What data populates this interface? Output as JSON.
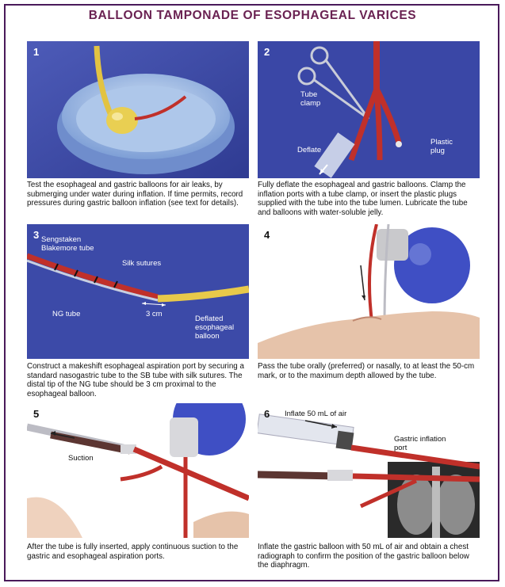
{
  "title": "BALLOON TAMPONADE OF ESOPHAGEAL VARICES",
  "panels": [
    {
      "number": "1",
      "labels": [],
      "caption": "Test the esophageal and gastric balloons for air leaks, by submerging under water during inflation. If time permits, record pressures during gastric balloon inflation (see text for details)."
    },
    {
      "number": "2",
      "labels": [
        "Tube clamp",
        "Plastic plug",
        "Deflate"
      ],
      "caption": "Fully deflate the esophageal and gastric balloons. Clamp the inflation ports with a tube clamp, or insert the plastic plugs supplied with the tube into the tube lumen. Lubricate the tube and balloons with water-soluble jelly."
    },
    {
      "number": "3",
      "labels": [
        "Sengstaken Blakemore tube",
        "Silk sutures",
        "NG tube",
        "3 cm",
        "Deflated esophageal balloon"
      ],
      "caption": "Construct a makeshift esophageal aspiration port by securing a standard nasogastric tube to the SB tube with silk sutures. The distal tip of the NG tube should be 3 cm proximal to the esophageal balloon."
    },
    {
      "number": "4",
      "labels": [],
      "caption": "Pass the tube orally (preferred) or nasally, to at least the 50-cm mark, or to the maximum depth allowed by the tube."
    },
    {
      "number": "5",
      "labels": [
        "Suction"
      ],
      "caption": "After the tube is fully inserted, apply continuous suction to the gastric and esophageal aspiration ports."
    },
    {
      "number": "6",
      "labels": [
        "Inflate 50 mL of air",
        "Gastric inflation port"
      ],
      "caption": "Inflate the gastric balloon with 50 mL of air and obtain a chest radiograph to confirm the position of the gastric balloon below the diaphragm."
    }
  ],
  "colors": {
    "title": "#6a2252",
    "frame": "#4a1a5a",
    "panel_bg": "#3c4aa8",
    "tube_red": "#c0302a",
    "balloon_yellow": "#e8c94a",
    "bulb_blue": "#3f4fc4"
  }
}
